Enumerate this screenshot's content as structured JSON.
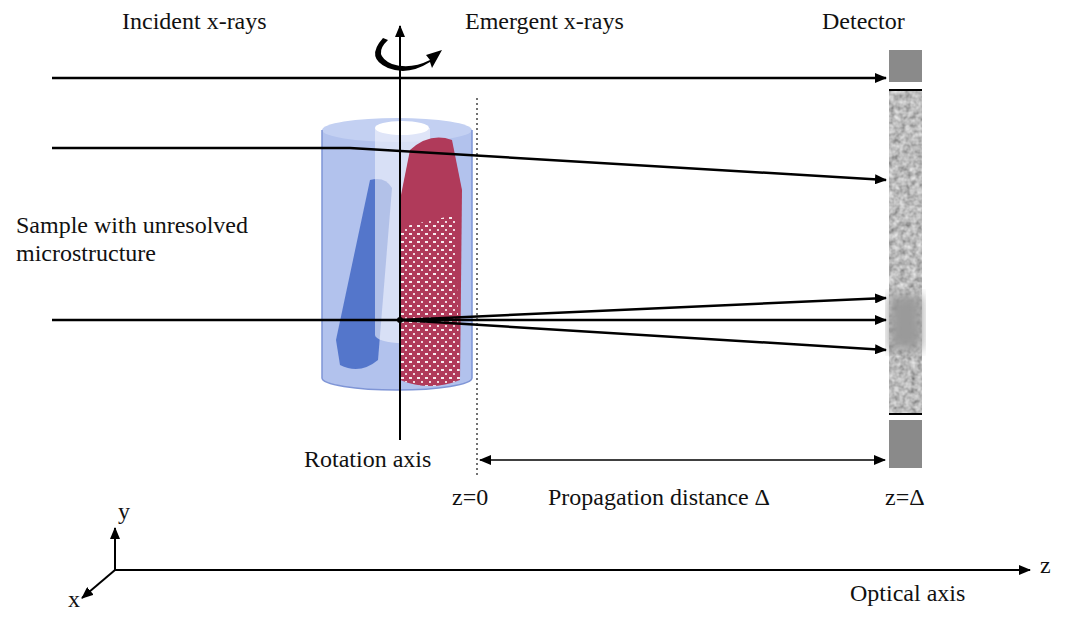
{
  "diagram": {
    "labels": [
      "Incident x-rays",
      "Emergent x-rays",
      "Detector",
      "Sample with unresolved microstructure",
      "Rotation axis",
      "z=0",
      "Propagation distance Δ",
      "z=Δ",
      "y",
      "x",
      "z",
      "Optical axis"
    ]
  }
}
